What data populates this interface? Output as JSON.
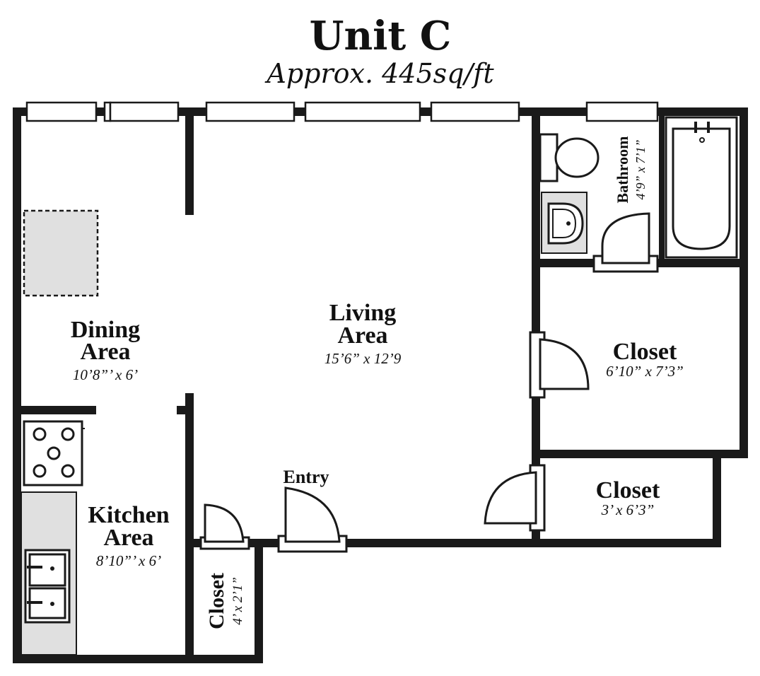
{
  "header": {
    "title": "Unit C",
    "subtitle": "Approx. 445sq/ft"
  },
  "rooms": {
    "dining": {
      "name_line1": "Dining",
      "name_line2": "Area",
      "dimensions": "10’8”’ x 6’"
    },
    "living": {
      "name_line1": "Living",
      "name_line2": "Area",
      "dimensions": "15’6” x 12’9"
    },
    "kitchen": {
      "name_line1": "Kitchen",
      "name_line2": "Area",
      "dimensions": "8’10”’ x 6’"
    },
    "bathroom": {
      "name": "Bathroom",
      "dimensions": "4’9” x 7’1”"
    },
    "closet_large": {
      "name": "Closet",
      "dimensions": "6’10” x 7’3”"
    },
    "closet_entry": {
      "name": "Closet",
      "dimensions": "3’ x 6’3”"
    },
    "closet_small": {
      "name": "Closet",
      "dimensions": "4’ x 2’1”"
    }
  },
  "labels": {
    "entry": "Entry"
  },
  "colors": {
    "wall": "#1a1a1a",
    "fixture_fill": "#e0e0e0",
    "background": "#ffffff"
  }
}
